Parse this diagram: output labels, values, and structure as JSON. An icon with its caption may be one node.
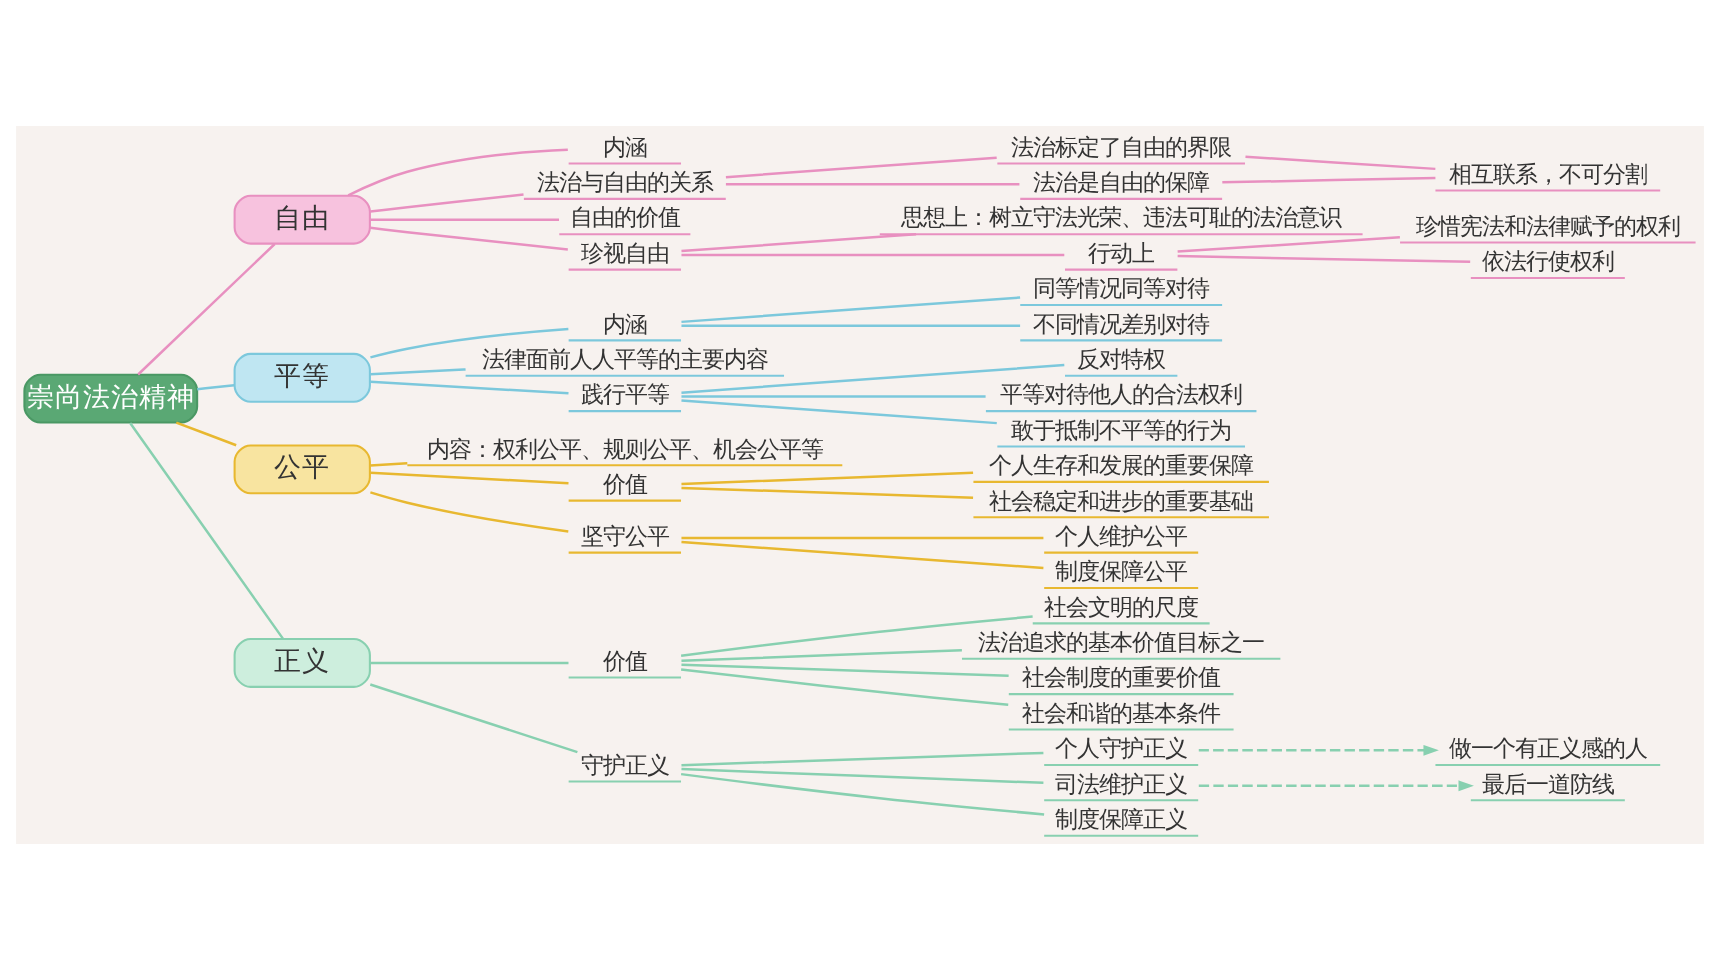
{
  "diagram": {
    "nodes": [
      {
        "text": [
          "崇尚法治精神"
        ]
      },
      {
        "text": [
          "自由"
        ]
      },
      {
        "text": [
          "内涵"
        ]
      },
      {
        "text": [
          "法治与自由的关系"
        ]
      },
      {
        "text": [
          "法治标定了自由的界限"
        ]
      },
      {
        "text": [
          "法治是自由的保障"
        ]
      },
      {
        "text": [
          "相互联系，不可分割"
        ]
      },
      {
        "text": [
          "自由的价值"
        ]
      },
      {
        "text": [
          "珍视自由"
        ]
      },
      {
        "text": [
          "思想上：树立守法光荣、违法可耻的法治意识"
        ]
      },
      {
        "text": [
          "行动上"
        ]
      },
      {
        "text": [
          "珍惜宪法和法律赋予的权利"
        ]
      },
      {
        "text": [
          "依法行使权利"
        ]
      },
      {
        "text": [
          "平等"
        ]
      },
      {
        "text": [
          "内涵"
        ]
      },
      {
        "text": [
          "同等情况同等对待"
        ]
      },
      {
        "text": [
          "不同情况差别对待"
        ]
      },
      {
        "text": [
          "法律面前人人平等的主要内容"
        ]
      },
      {
        "text": [
          "践行平等"
        ]
      },
      {
        "text": [
          "反对特权"
        ]
      },
      {
        "text": [
          "平等对待他人的合法权利"
        ]
      },
      {
        "text": [
          "敢于抵制不平等的行为"
        ]
      },
      {
        "text": [
          "公平"
        ]
      },
      {
        "text": [
          "内容：权利公平、规则公平、机会公平等"
        ]
      },
      {
        "text": [
          "价值"
        ]
      },
      {
        "text": [
          "个人生存和发展的重要保障"
        ]
      },
      {
        "text": [
          "社会稳定和进步的重要基础"
        ]
      },
      {
        "text": [
          "坚守公平"
        ]
      },
      {
        "text": [
          "个人维护公平"
        ]
      },
      {
        "text": [
          "制度保障公平"
        ]
      },
      {
        "text": [
          "正义"
        ]
      },
      {
        "text": [
          "价值"
        ]
      },
      {
        "text": [
          "社会文明的尺度"
        ]
      },
      {
        "text": [
          "法治追求的基本价值目标之一"
        ]
      },
      {
        "text": [
          "社会制度的重要价值"
        ]
      },
      {
        "text": [
          "社会和谐的基本条件"
        ]
      },
      {
        "text": [
          "守护正义"
        ]
      },
      {
        "text": [
          "个人守护正义"
        ]
      },
      {
        "text": [
          "做一个有正义感的人"
        ]
      },
      {
        "text": [
          "司法维护正义"
        ]
      },
      {
        "text": [
          "最后一道防线"
        ]
      },
      {
        "text": [
          "制度保障正义"
        ]
      }
    ],
    "edges": [
      {
        "from": 0,
        "to": 1,
        "arrow": "none",
        "color": "#e890c0"
      },
      {
        "from": 1,
        "to": 2,
        "arrow": "none",
        "color": "#e890c0"
      },
      {
        "from": 1,
        "to": 3,
        "arrow": "none",
        "color": "#e890c0"
      },
      {
        "from": 3,
        "to": 4,
        "arrow": "none",
        "color": "#e890c0"
      },
      {
        "from": 3,
        "to": 5,
        "arrow": "none",
        "color": "#e890c0"
      },
      {
        "from": 4,
        "to": 6,
        "arrow": "none",
        "color": "#e890c0"
      },
      {
        "from": 5,
        "to": 6,
        "arrow": "none",
        "color": "#e890c0"
      },
      {
        "from": 1,
        "to": 7,
        "arrow": "none",
        "color": "#e890c0"
      },
      {
        "from": 1,
        "to": 8,
        "arrow": "none",
        "color": "#e890c0"
      },
      {
        "from": 8,
        "to": 9,
        "arrow": "none",
        "color": "#e890c0"
      },
      {
        "from": 8,
        "to": 10,
        "arrow": "none",
        "color": "#e890c0"
      },
      {
        "from": 10,
        "to": 11,
        "arrow": "none",
        "color": "#e890c0"
      },
      {
        "from": 10,
        "to": 12,
        "arrow": "none",
        "color": "#e890c0"
      },
      {
        "from": 0,
        "to": 13,
        "arrow": "none",
        "color": "#7cc8dc"
      },
      {
        "from": 13,
        "to": 14,
        "arrow": "none",
        "color": "#7cc8dc"
      },
      {
        "from": 14,
        "to": 15,
        "arrow": "none",
        "color": "#7cc8dc"
      },
      {
        "from": 14,
        "to": 16,
        "arrow": "none",
        "color": "#7cc8dc"
      },
      {
        "from": 13,
        "to": 17,
        "arrow": "none",
        "color": "#7cc8dc"
      },
      {
        "from": 13,
        "to": 18,
        "arrow": "none",
        "color": "#7cc8dc"
      },
      {
        "from": 18,
        "to": 19,
        "arrow": "none",
        "color": "#7cc8dc"
      },
      {
        "from": 18,
        "to": 20,
        "arrow": "none",
        "color": "#7cc8dc"
      },
      {
        "from": 18,
        "to": 21,
        "arrow": "none",
        "color": "#7cc8dc"
      },
      {
        "from": 0,
        "to": 22,
        "arrow": "none",
        "color": "#e8b830"
      },
      {
        "from": 22,
        "to": 23,
        "arrow": "none",
        "color": "#e8b830"
      },
      {
        "from": 22,
        "to": 24,
        "arrow": "none",
        "color": "#e8b830"
      },
      {
        "from": 24,
        "to": 25,
        "arrow": "none",
        "color": "#e8b830"
      },
      {
        "from": 24,
        "to": 26,
        "arrow": "none",
        "color": "#e8b830"
      },
      {
        "from": 22,
        "to": 27,
        "arrow": "none",
        "color": "#e8b830"
      },
      {
        "from": 27,
        "to": 28,
        "arrow": "none",
        "color": "#e8b830"
      },
      {
        "from": 27,
        "to": 29,
        "arrow": "none",
        "color": "#e8b830"
      },
      {
        "from": 0,
        "to": 30,
        "arrow": "none",
        "color": "#88d0b0"
      },
      {
        "from": 30,
        "to": 31,
        "arrow": "none",
        "color": "#88d0b0"
      },
      {
        "from": 31,
        "to": 32,
        "arrow": "none",
        "color": "#88d0b0"
      },
      {
        "from": 31,
        "to": 33,
        "arrow": "none",
        "color": "#88d0b0"
      },
      {
        "from": 31,
        "to": 34,
        "arrow": "none",
        "color": "#88d0b0"
      },
      {
        "from": 31,
        "to": 35,
        "arrow": "none",
        "color": "#88d0b0"
      },
      {
        "from": 30,
        "to": 36,
        "arrow": "none",
        "color": "#88d0b0"
      },
      {
        "from": 36,
        "to": 37,
        "arrow": "none",
        "color": "#88d0b0"
      },
      {
        "from": 37,
        "to": 38,
        "arrow": "to",
        "style": "dashed",
        "color": "#88d0b0"
      },
      {
        "from": 36,
        "to": 39,
        "arrow": "none",
        "color": "#88d0b0"
      },
      {
        "from": 39,
        "to": 40,
        "arrow": "to",
        "style": "dashed",
        "color": "#88d0b0"
      },
      {
        "from": 36,
        "to": 41,
        "arrow": "none",
        "color": "#88d0b0"
      }
    ]
  }
}
